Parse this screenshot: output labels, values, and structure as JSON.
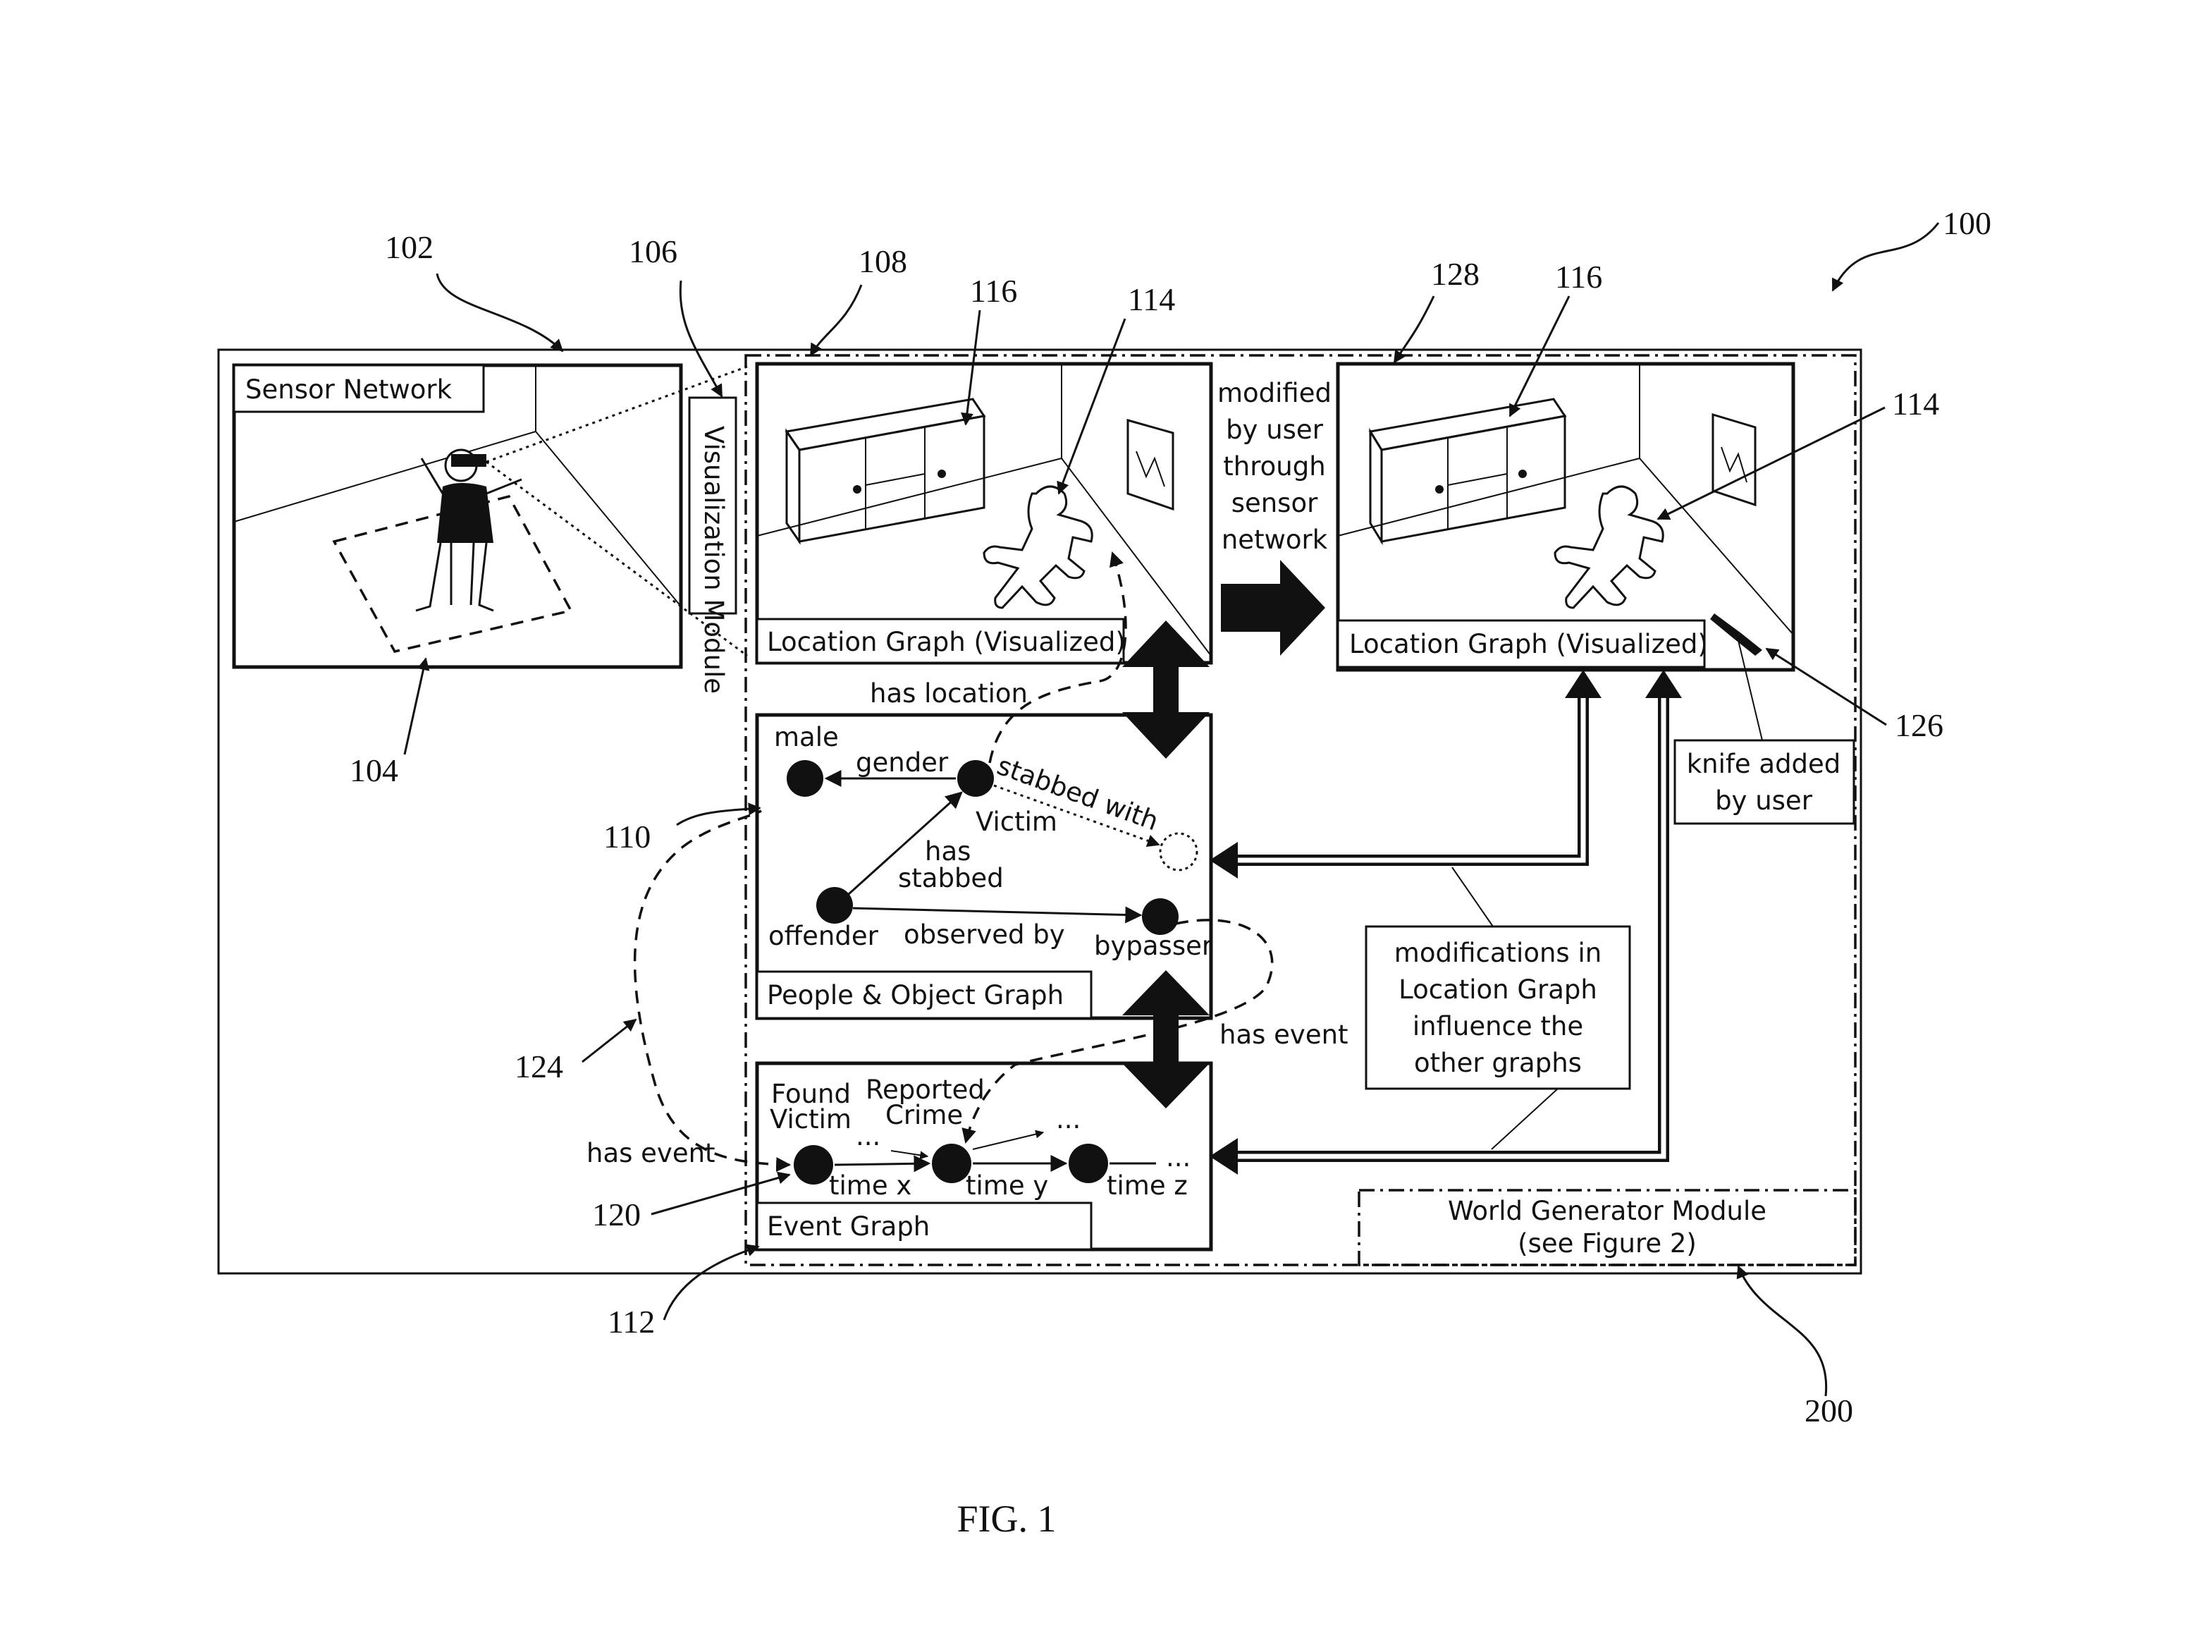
{
  "figure_caption": "FIG. 1",
  "reference_numerals": {
    "system": "100",
    "outer_system": "102",
    "user": "104",
    "visualization_module": "106",
    "world_box": "108",
    "people_object_graph": "110",
    "event_graph": "112",
    "body": "114",
    "cabinet": "116",
    "cabinet_right": "116",
    "body_right": "114",
    "event_node": "120",
    "dashed_link": "124",
    "knife": "126",
    "modified_scene": "128",
    "world_generator": "200"
  },
  "panels": {
    "sensor_network": "Sensor Network",
    "visualization_module": "Visualization Module",
    "location_graph_left": "Location Graph (Visualized)",
    "location_graph_right": "Location Graph (Visualized)",
    "people_object_graph": "People & Object Graph",
    "event_graph": "Event Graph",
    "world_generator_line1": "World Generator Module",
    "world_generator_line2": "(see Figure 2)"
  },
  "people_graph": {
    "male": "male",
    "gender": "gender",
    "victim": "Victim",
    "stabbed_with": "stabbed with",
    "has_stabbed_1": "has",
    "has_stabbed_2": "stabbed",
    "offender": "offender",
    "observed_by": "observed by",
    "bypasser": "bypasser"
  },
  "event_graph_labels": {
    "found_victim_1": "Found",
    "found_victim_2": "Victim",
    "reported_crime_1": "Reported",
    "reported_crime_2": "Crime",
    "ellipsis_1": "...",
    "ellipsis_2": "...",
    "ellipsis_3": "...",
    "time_x": "time x",
    "time_y": "time  y",
    "time_z": "time  z"
  },
  "annotations": {
    "has_location": "has location",
    "has_event_right": "has event",
    "has_event_left": "has event",
    "modified_by_user": [
      "modified",
      "by user",
      "through",
      "sensor",
      "network"
    ],
    "knife_added": [
      "knife added",
      "by user"
    ],
    "modifications_note": [
      "modifications in",
      "Location Graph",
      "influence the",
      "other graphs"
    ]
  }
}
